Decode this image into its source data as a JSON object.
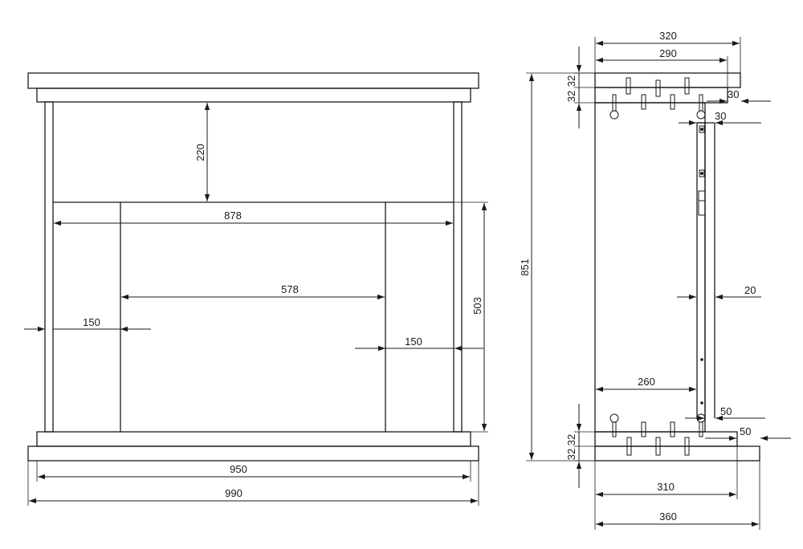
{
  "front_view": {
    "dim_top_gap": "220",
    "dim_inner_width": "878",
    "dim_opening_width": "578",
    "dim_left_pillar": "150",
    "dim_right_pillar": "150",
    "dim_opening_height": "503",
    "dim_base_width": "950",
    "dim_total_width": "990"
  },
  "side_view": {
    "dim_top_depth": "320",
    "dim_top_inner_depth": "290",
    "dim_top_slab_1": "32",
    "dim_top_slab_2": "32",
    "dim_top_overhang": "30",
    "dim_top_overhang_2": "30",
    "dim_total_height": "851",
    "dim_back_panel": "20",
    "dim_side_depth": "260",
    "dim_bottom_overhang": "50",
    "dim_bottom_overhang_2": "50",
    "dim_bottom_slab_1": "32",
    "dim_bottom_slab_2": "32",
    "dim_base_depth": "310",
    "dim_total_depth": "360"
  }
}
